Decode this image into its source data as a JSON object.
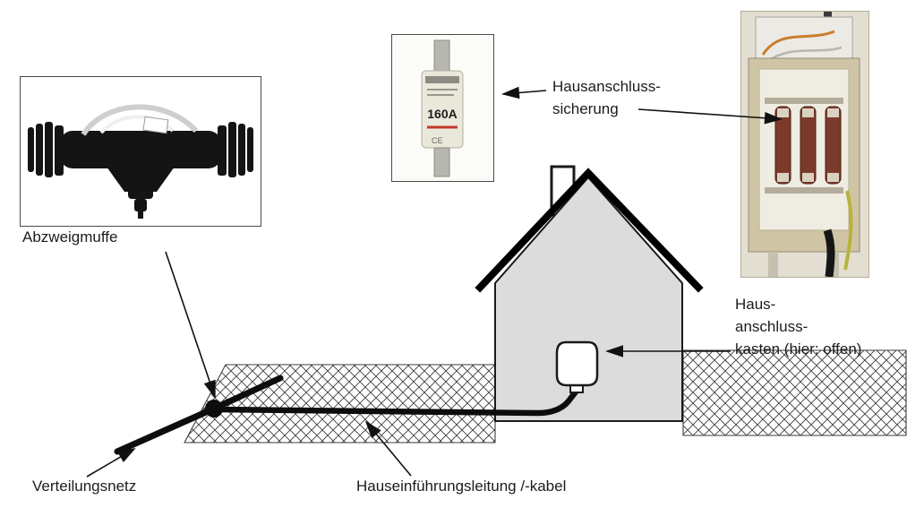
{
  "labels": {
    "abzweigmuffe": "Abzweigmuffe",
    "verteilungsnetz": "Verteilungsnetz",
    "hauseinfuehrungsleitung": "Hauseinführungsleitung /-kabel",
    "sicherung_line1": "Hausanschluss-",
    "sicherung_line2": "sicherung",
    "kasten_line1": "Haus-",
    "kasten_line2": "anschluss-",
    "kasten_line3": "kasten (hier: offen)"
  },
  "fuse": {
    "rating": "160A",
    "ce_mark": "CE"
  },
  "colors": {
    "house_fill": "#dcdcdc",
    "roof": "#000000",
    "cable": "#0d0d0d",
    "hatch": "#3c3c3c",
    "text": "#1c1c1c"
  }
}
